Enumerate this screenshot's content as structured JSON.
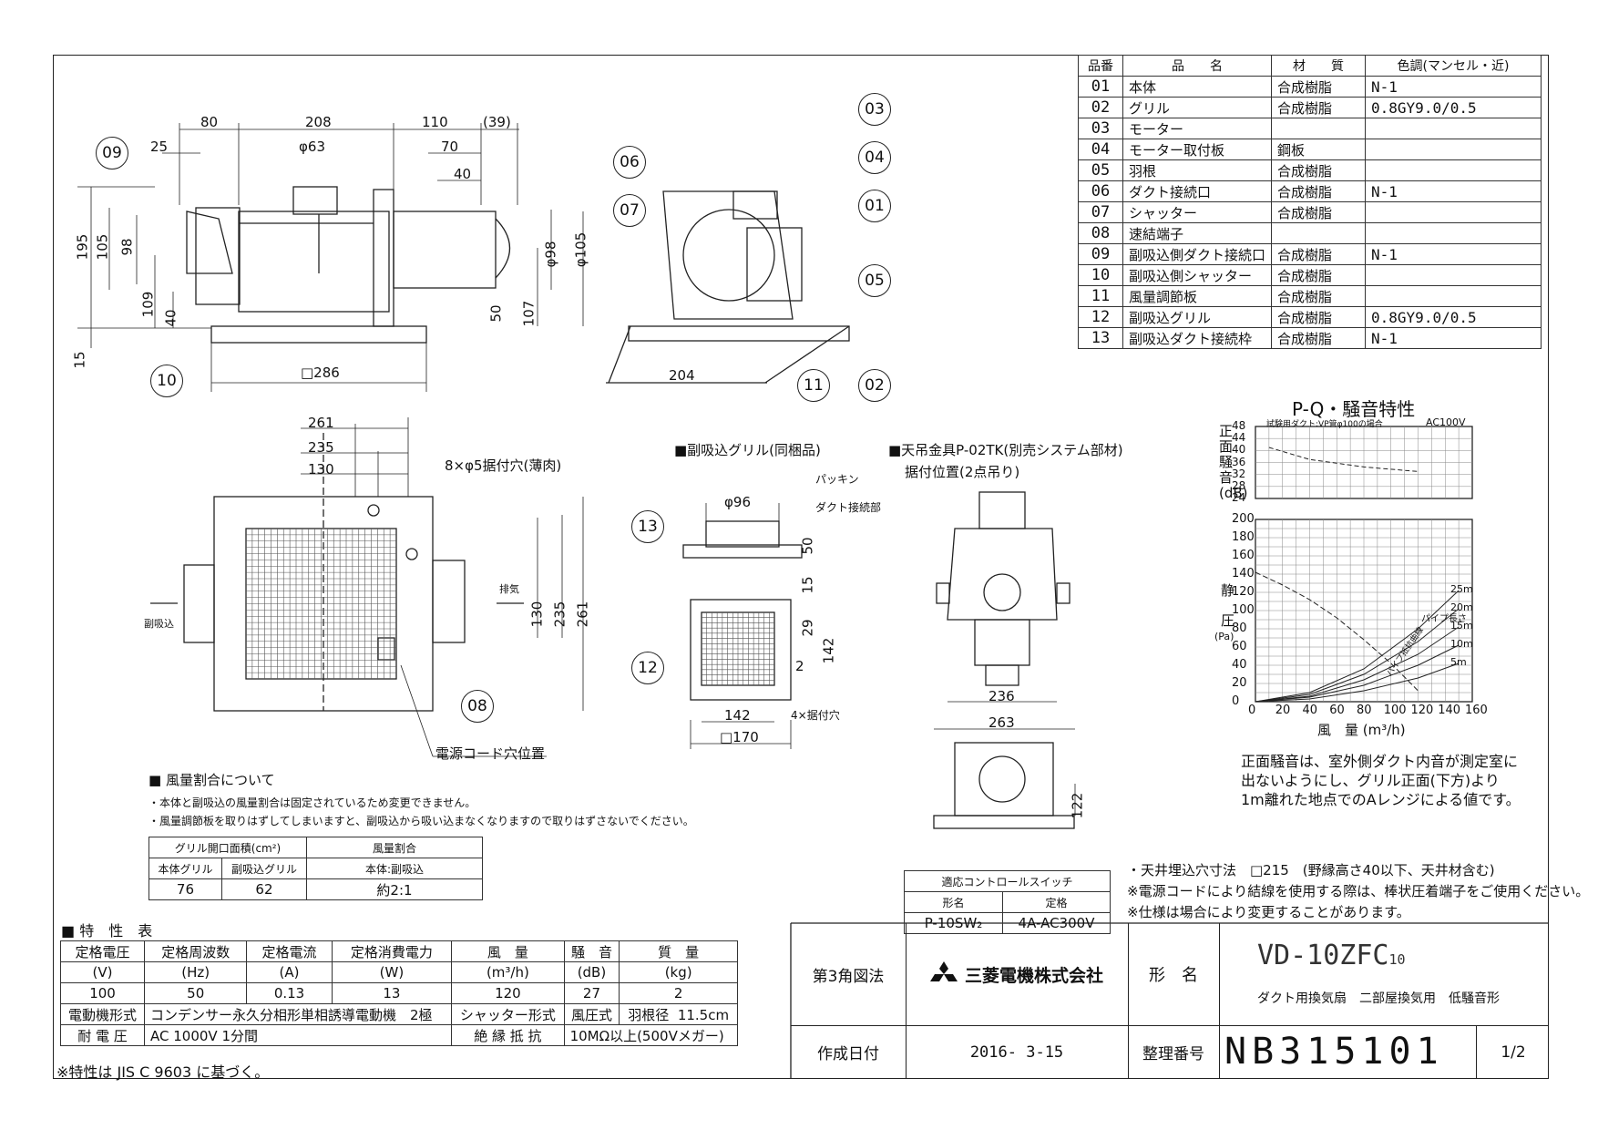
{
  "parts_table": {
    "headers": [
      "品番",
      "品　　名",
      "材　　質",
      "色調(マンセル・近)"
    ],
    "rows": [
      {
        "no": "01",
        "name": "本体",
        "material": "合成樹脂",
        "color": "N-1"
      },
      {
        "no": "02",
        "name": "グリル",
        "material": "合成樹脂",
        "color": "0.8GY9.0/0.5"
      },
      {
        "no": "03",
        "name": "モーター",
        "material": "",
        "color": ""
      },
      {
        "no": "04",
        "name": "モーター取付板",
        "material": "鋼板",
        "color": ""
      },
      {
        "no": "05",
        "name": "羽根",
        "material": "合成樹脂",
        "color": ""
      },
      {
        "no": "06",
        "name": "ダクト接続口",
        "material": "合成樹脂",
        "color": "N-1"
      },
      {
        "no": "07",
        "name": "シャッター",
        "material": "合成樹脂",
        "color": ""
      },
      {
        "no": "08",
        "name": "速結端子",
        "material": "",
        "color": ""
      },
      {
        "no": "09",
        "name": "副吸込側ダクト接続口",
        "material": "合成樹脂",
        "color": "N-1"
      },
      {
        "no": "10",
        "name": "副吸込側シャッター",
        "material": "合成樹脂",
        "color": ""
      },
      {
        "no": "11",
        "name": "風量調節板",
        "material": "合成樹脂",
        "color": ""
      },
      {
        "no": "12",
        "name": "副吸込グリル",
        "material": "合成樹脂",
        "color": "0.8GY9.0/0.5"
      },
      {
        "no": "13",
        "name": "副吸込ダクト接続枠",
        "material": "合成樹脂",
        "color": "N-1"
      }
    ]
  },
  "front_view": {
    "dims": [
      "80",
      "208",
      "110",
      "(39)",
      "25",
      "φ63",
      "70",
      "40",
      "195",
      "105",
      "98",
      "109",
      "40",
      "15",
      "φ98",
      "φ105",
      "50",
      "107",
      "□286"
    ],
    "callouts": [
      "09",
      "10"
    ]
  },
  "side_view": {
    "dims": [
      "204"
    ],
    "callouts": [
      "03",
      "04",
      "06",
      "07",
      "01",
      "05",
      "11",
      "02"
    ]
  },
  "top_view": {
    "dims": [
      "261",
      "235",
      "130",
      "130",
      "235",
      "261"
    ],
    "note_holes": "8×φ5据付穴(薄肉)",
    "left_arrow_label": "副吸込",
    "right_arrow_label": "排気",
    "callout": "08",
    "power_cord": "電源コード穴位置"
  },
  "sub_grille": {
    "title": "■副吸込グリル(同梱品)",
    "packing": "パッキン",
    "duct": "ダクト接続部",
    "dims": [
      "φ96",
      "50",
      "15",
      "29",
      "142",
      "2",
      "142",
      "□170"
    ],
    "mount": "4×据付穴",
    "callouts": [
      "13",
      "12"
    ]
  },
  "hanger": {
    "title": "■天吊金具P-02TK(別売システム部材)",
    "subtitle": "据付位置(2点吊り)",
    "dims": [
      "236",
      "263",
      "122"
    ]
  },
  "airflow": {
    "title": "■ 風量割合について",
    "note1": "・本体と副吸込の風量割合は固定されているため変更できません。",
    "note2": "・風量調節板を取りはずしてしまいますと、副吸込から吸い込まなくなりますので取りはずさないでください。",
    "table_head1": "グリル開口面積(cm²)",
    "table_head2": "風量割合",
    "sub1": "本体グリル",
    "sub2": "副吸込グリル",
    "sub3": "本体:副吸込",
    "v1": "76",
    "v2": "62",
    "v3": "約2:1"
  },
  "spec": {
    "title": "■ 特　性　表",
    "headers": [
      "定格電圧",
      "定格周波数",
      "定格電流",
      "定格消費電力",
      "風　量",
      "騒　音",
      "質　量"
    ],
    "units": [
      "(V)",
      "(Hz)",
      "(A)",
      "(W)",
      "(m³/h)",
      "(dB)",
      "(kg)"
    ],
    "values": [
      "100",
      "50",
      "0.13",
      "13",
      "120",
      "27",
      "2"
    ],
    "motor_label": "電動機形式",
    "motor_value": "コンデンサー永久分相形単相誘導電動機　2極",
    "shutter_label": "シャッター形式",
    "shutter_value": "風圧式",
    "blade_label": "羽根径",
    "blade_value": "11.5cm",
    "voltage_label": "耐 電 圧",
    "voltage_value": "AC 1000V 1分間",
    "insul_label": "絶 縁 抵 抗",
    "insul_value": "10MΩ以上(500Vメガー)",
    "footnote": "※特性は JIS C 9603 に基づく。"
  },
  "chart_data": [
    {
      "type": "line",
      "title": "P-Q・騒音特性",
      "ylabel": "正面騒音(dB)",
      "note": "試験用ダクト:VP管φ100の場合",
      "power": "AC100V",
      "yticks": [
        "48",
        "44",
        "40",
        "36",
        "32",
        "28",
        "24"
      ],
      "ylim": [
        24,
        48
      ],
      "xlim": [
        0,
        160
      ],
      "series": [
        {
          "x": [
            10,
            40,
            80,
            120
          ],
          "values": [
            41,
            37,
            34.5,
            33
          ]
        }
      ]
    },
    {
      "type": "line",
      "ylabel_top": "静",
      "ylabel_mid": "圧",
      "yunit": "(Pa)",
      "xlabel": "風　量 (m³/h)",
      "yticks": [
        "200",
        "180",
        "160",
        "140",
        "120",
        "100",
        "80",
        "60",
        "40",
        "20",
        "0"
      ],
      "xticks": [
        "0",
        "20",
        "40",
        "60",
        "80",
        "100",
        "120",
        "140",
        "160"
      ],
      "ylim": [
        0,
        200
      ],
      "xlim": [
        0,
        160
      ],
      "legend_title": "パイプ長さ",
      "curve_label": "パイプ抵抗曲線",
      "series": [
        {
          "name": "PQ",
          "x": [
            0,
            20,
            40,
            60,
            80,
            100,
            120
          ],
          "values": [
            142,
            128,
            112,
            92,
            68,
            42,
            12
          ]
        },
        {
          "name": "25m",
          "x": [
            0,
            40,
            80,
            120,
            150
          ],
          "values": [
            0,
            10,
            36,
            80,
            122
          ]
        },
        {
          "name": "20m",
          "x": [
            0,
            40,
            80,
            120,
            150
          ],
          "values": [
            0,
            8,
            30,
            66,
            102
          ]
        },
        {
          "name": "15m",
          "x": [
            0,
            40,
            80,
            120,
            150
          ],
          "values": [
            0,
            6,
            24,
            52,
            82
          ]
        },
        {
          "name": "10m",
          "x": [
            0,
            40,
            80,
            120,
            150
          ],
          "values": [
            0,
            5,
            18,
            40,
            62
          ]
        },
        {
          "name": "5m",
          "x": [
            0,
            40,
            80,
            120,
            150
          ],
          "values": [
            0,
            3,
            12,
            26,
            42
          ]
        }
      ]
    }
  ],
  "chart_note": [
    "正面騒音は、室外側ダクト内音が測定室に",
    "出ないようにし、グリル正面(下方)より",
    "1m離れた地点でのAレンジによる値です。"
  ],
  "switch_table": {
    "title": "適応コントロールスイッチ",
    "h1": "形名",
    "h2": "定格",
    "v1": "P-10SW₂",
    "v2": "4A-AC300V"
  },
  "notes": [
    "・天井埋込穴寸法　□215　(野縁高さ40以下、天井材含む)",
    "※電源コードにより結線を使用する際は、棒状圧着端子をご使用ください。",
    "※仕様は場合により変更することがあります。"
  ],
  "title_block": {
    "projection": "第3角図法",
    "company": "三菱電機株式会社",
    "model_label": "形　名",
    "model": "VD-10ZFC",
    "model_sub": "10",
    "desc": "ダクト用換気扇　二部屋換気用　低騒音形",
    "date_label": "作成日付",
    "date": "2016- 3-15",
    "doc_label": "整理番号",
    "doc_no": "NB315101",
    "page": "1/2"
  }
}
